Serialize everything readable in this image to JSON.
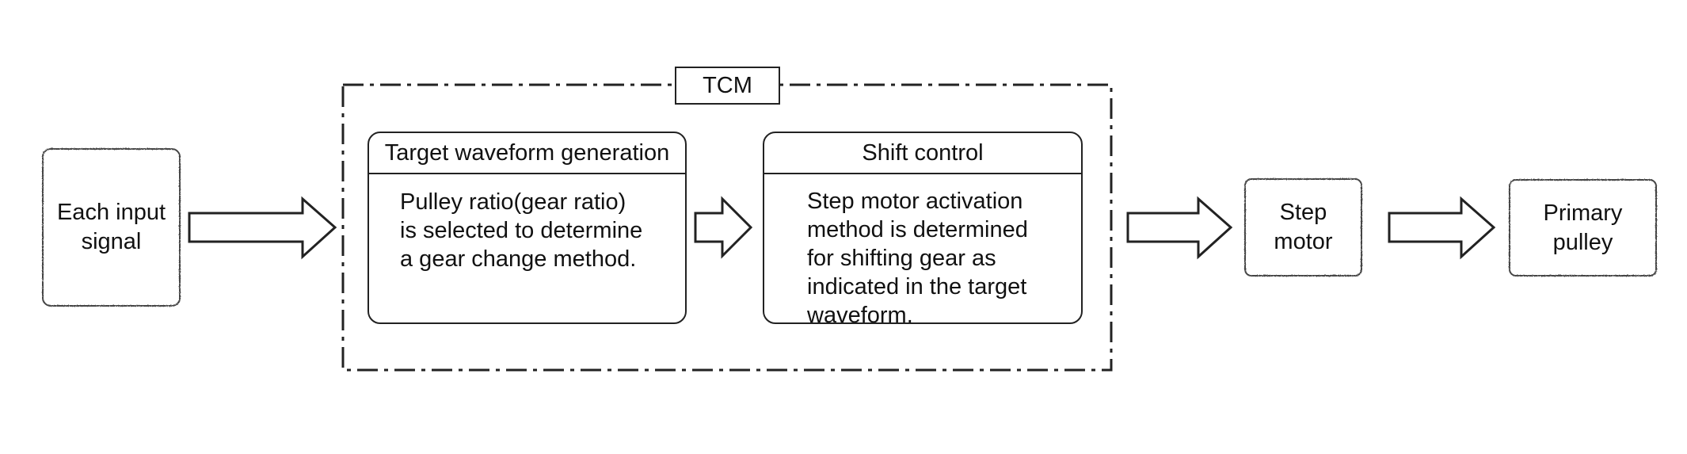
{
  "tcm_label": "TCM",
  "nodes": {
    "input_signal": "Each input\nsignal",
    "step_motor": "Step\nmotor",
    "primary_pulley": "Primary\npulley"
  },
  "panels": {
    "target_waveform": {
      "title": "Target waveform generation",
      "body": "Pulley ratio(gear ratio)\nis selected to determine\na gear change method."
    },
    "shift_control": {
      "title": "Shift control",
      "body": "Step motor activation\nmethod is determined\nfor shifting gear as\nindicated in the target\nwaveform."
    }
  }
}
